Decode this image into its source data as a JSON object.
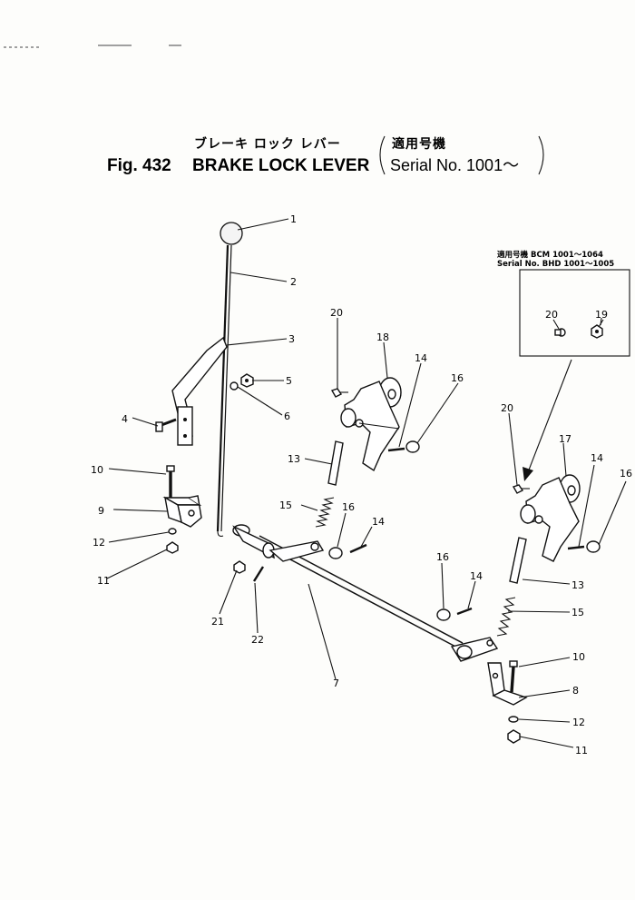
{
  "header": {
    "jp_title": "ブレーキ ロック レバー",
    "jp_serial_label": "適用号機",
    "fig_label": "Fig. 432",
    "title": "BRAKE LOCK LEVER",
    "serial": "Serial No. 1001～"
  },
  "inset": {
    "line1": "適用号機 BCM 1001～1064",
    "line2": "Serial No. BHD 1001～1005"
  },
  "callouts": {
    "c1": "1",
    "c2": "2",
    "c3": "3",
    "c4": "4",
    "c5": "5",
    "c6": "6",
    "c7": "7",
    "c8": "8",
    "c9": "9",
    "c10a": "10",
    "c10b": "10",
    "c11a": "11",
    "c11b": "11",
    "c12a": "12",
    "c12b": "12",
    "c13a": "13",
    "c13b": "13",
    "c14a": "14",
    "c14b": "14",
    "c14c": "14",
    "c14d": "14",
    "c15a": "15",
    "c15b": "15",
    "c16a": "16",
    "c16b": "16",
    "c16c": "16",
    "c16d": "16",
    "c17": "17",
    "c18": "18",
    "c19": "19",
    "c20a": "20",
    "c20b": "20",
    "c20c": "20",
    "c21": "21",
    "c22": "22"
  }
}
